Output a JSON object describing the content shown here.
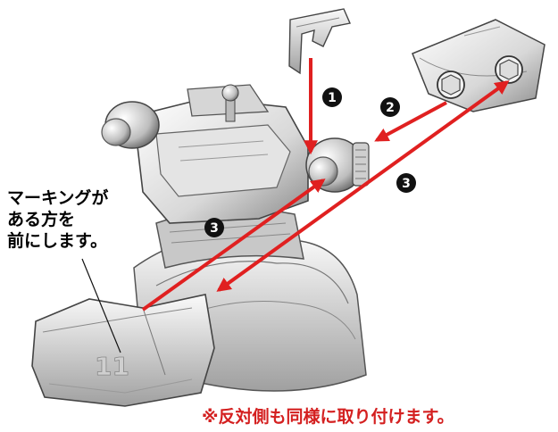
{
  "callout": {
    "line1": "マーキングが",
    "line2": "ある方を",
    "line3": "前にします。"
  },
  "part_marking": "11",
  "steps": {
    "step1": "1",
    "step2": "2",
    "step3_right": "3",
    "step3_left": "3"
  },
  "footnote": "※反対側も同様に取り付けます。",
  "colors": {
    "arrow": "#e02020",
    "badge": "#111111",
    "footnote": "#d42020",
    "part_fill": "#e6e6e6",
    "part_stroke": "#444444"
  }
}
